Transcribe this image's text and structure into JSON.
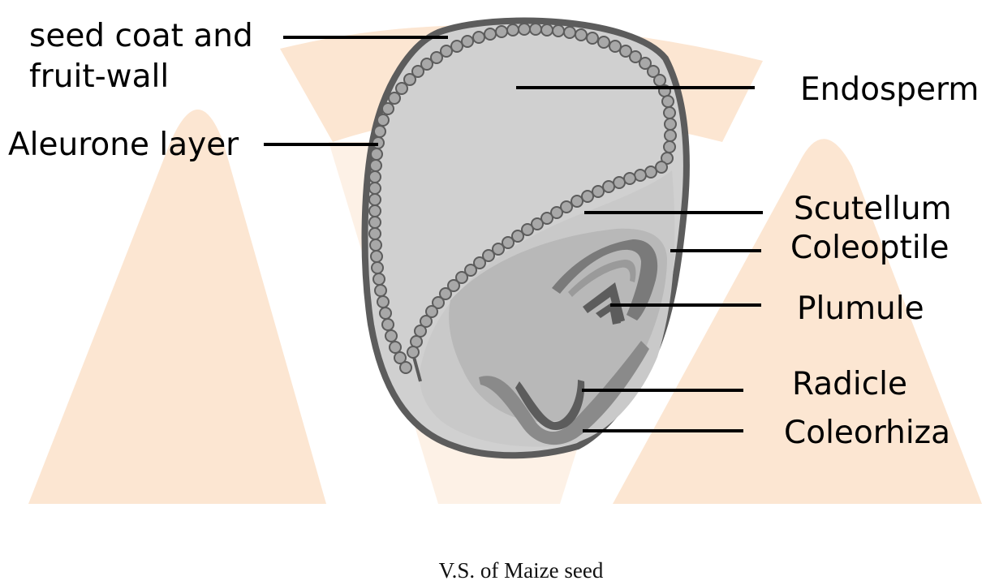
{
  "diagram": {
    "caption": "V.S. of Maize seed",
    "labels": {
      "seed_coat_line1": "seed coat and",
      "seed_coat_line2": "fruit-wall",
      "aleurone": "Aleurone layer",
      "endosperm": "Endosperm",
      "scutellum": "Scutellum",
      "coleoptile": "Coleoptile",
      "plumule": "Plumule",
      "radicle": "Radicle",
      "coleorhiza": "Coleorhiza"
    }
  },
  "colors": {
    "watermark": "#FCE6D2",
    "seed_outline": "#5C5C5C",
    "endosperm_fill": "#D0D0D0",
    "embryo_fill": "#B8B8B8",
    "aleurone_cell": "#A8A8A8",
    "dark_tissue": "#707070"
  }
}
